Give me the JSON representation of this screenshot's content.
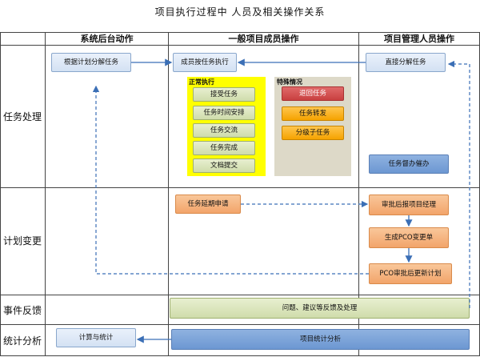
{
  "title": "项目执行过程中  人员及相关操作关系",
  "columns": {
    "system": "系统后台动作",
    "member": "一般项目成员操作",
    "manager": "项目管理人员操作"
  },
  "rows": {
    "task": "任务处理",
    "plan": "计划变更",
    "feedback": "事件反馈",
    "stats": "统计分析"
  },
  "boxes": {
    "split_by_plan": "根据计划分解任务",
    "member_execute": "成员按任务执行",
    "direct_split": "直接分解任务",
    "normal_group": "正常执行",
    "accept": "接受任务",
    "schedule": "任务时间安排",
    "handover": "任务交流",
    "complete": "任务完成",
    "submit": "文档提交",
    "special_group": "特殊情况",
    "return": "退回任务",
    "transfer": "任务转发",
    "subtask": "分级子任务",
    "supervise": "任务督办催办",
    "delay_apply": "任务延期申请",
    "report_pm": "审批后报项目经理",
    "gen_pco": "生成PCO变更单",
    "pco_update": "PCO审批后更新计划",
    "feedback_bar": "问题、建议等反馈及处理",
    "calc": "计算与统计",
    "project_stats": "项目统计分析"
  }
}
